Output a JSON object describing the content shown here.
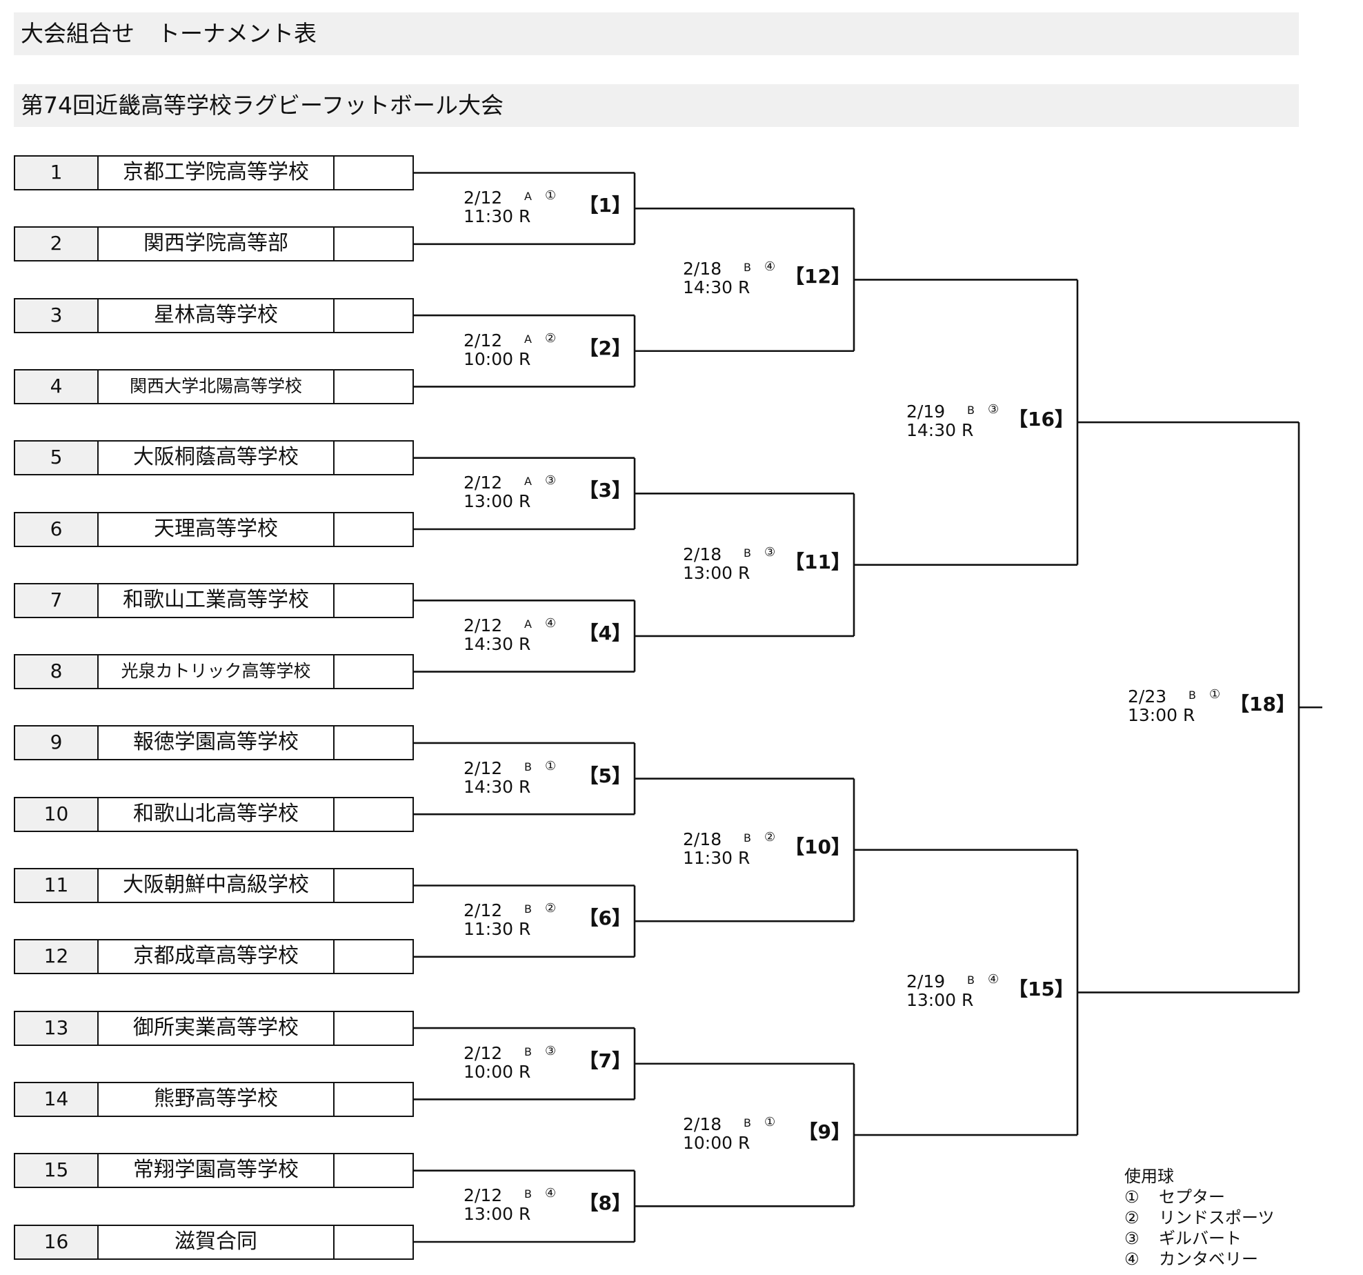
{
  "header": {
    "title": "大会組合せ　トーナメント表",
    "tournament": "第74回近畿高等学校ラグビーフットボール大会"
  },
  "teams": [
    {
      "num": "1",
      "name": "京都工学院高等学校"
    },
    {
      "num": "2",
      "name": "関西学院高等部"
    },
    {
      "num": "3",
      "name": "星林高等学校"
    },
    {
      "num": "4",
      "name": "関西大学北陽高等学校"
    },
    {
      "num": "5",
      "name": "大阪桐蔭高等学校"
    },
    {
      "num": "6",
      "name": "天理高等学校"
    },
    {
      "num": "7",
      "name": "和歌山工業高等学校"
    },
    {
      "num": "8",
      "name": "光泉カトリック高等学校"
    },
    {
      "num": "9",
      "name": "報徳学園高等学校"
    },
    {
      "num": "10",
      "name": "和歌山北高等学校"
    },
    {
      "num": "11",
      "name": "大阪朝鮮中高級学校"
    },
    {
      "num": "12",
      "name": "京都成章高等学校"
    },
    {
      "num": "13",
      "name": "御所実業高等学校"
    },
    {
      "num": "14",
      "name": "熊野高等学校"
    },
    {
      "num": "15",
      "name": "常翔学園高等学校"
    },
    {
      "num": "16",
      "name": "滋賀合同"
    }
  ],
  "rounds": [
    [
      {
        "id": "【1】",
        "date": "2/12",
        "time": "11:30",
        "venue": "R",
        "court": "A",
        "ball": "①"
      },
      {
        "id": "【2】",
        "date": "2/12",
        "time": "10:00",
        "venue": "R",
        "court": "A",
        "ball": "②"
      },
      {
        "id": "【3】",
        "date": "2/12",
        "time": "13:00",
        "venue": "R",
        "court": "A",
        "ball": "③"
      },
      {
        "id": "【4】",
        "date": "2/12",
        "time": "14:30",
        "venue": "R",
        "court": "A",
        "ball": "④"
      },
      {
        "id": "【5】",
        "date": "2/12",
        "time": "14:30",
        "venue": "R",
        "court": "B",
        "ball": "①"
      },
      {
        "id": "【6】",
        "date": "2/12",
        "time": "11:30",
        "venue": "R",
        "court": "B",
        "ball": "②"
      },
      {
        "id": "【7】",
        "date": "2/12",
        "time": "10:00",
        "venue": "R",
        "court": "B",
        "ball": "③"
      },
      {
        "id": "【8】",
        "date": "2/12",
        "time": "13:00",
        "venue": "R",
        "court": "B",
        "ball": "④"
      }
    ],
    [
      {
        "id": "【12】",
        "date": "2/18",
        "time": "14:30",
        "venue": "R",
        "court": "B",
        "ball": "④"
      },
      {
        "id": "【11】",
        "date": "2/18",
        "time": "13:00",
        "venue": "R",
        "court": "B",
        "ball": "③"
      },
      {
        "id": "【10】",
        "date": "2/18",
        "time": "11:30",
        "venue": "R",
        "court": "B",
        "ball": "②"
      },
      {
        "id": "【9】",
        "date": "2/18",
        "time": "10:00",
        "venue": "R",
        "court": "B",
        "ball": "①"
      }
    ],
    [
      {
        "id": "【16】",
        "date": "2/19",
        "time": "14:30",
        "venue": "R",
        "court": "B",
        "ball": "③"
      },
      {
        "id": "【15】",
        "date": "2/19",
        "time": "13:00",
        "venue": "R",
        "court": "B",
        "ball": "④"
      }
    ],
    [
      {
        "id": "【18】",
        "date": "2/23",
        "time": "13:00",
        "venue": "R",
        "court": "B",
        "ball": "①"
      }
    ]
  ],
  "legend": {
    "title": "使用球",
    "items": [
      {
        "num": "①",
        "name": "セプター"
      },
      {
        "num": "②",
        "name": "リンドスポーツ"
      },
      {
        "num": "③",
        "name": "ギルバート"
      },
      {
        "num": "④",
        "name": "カンタベリー"
      }
    ]
  },
  "colors": {
    "line": "#111111",
    "header_bg": "#f0f0f0",
    "number_cell_bg": "#f0f0f0"
  }
}
